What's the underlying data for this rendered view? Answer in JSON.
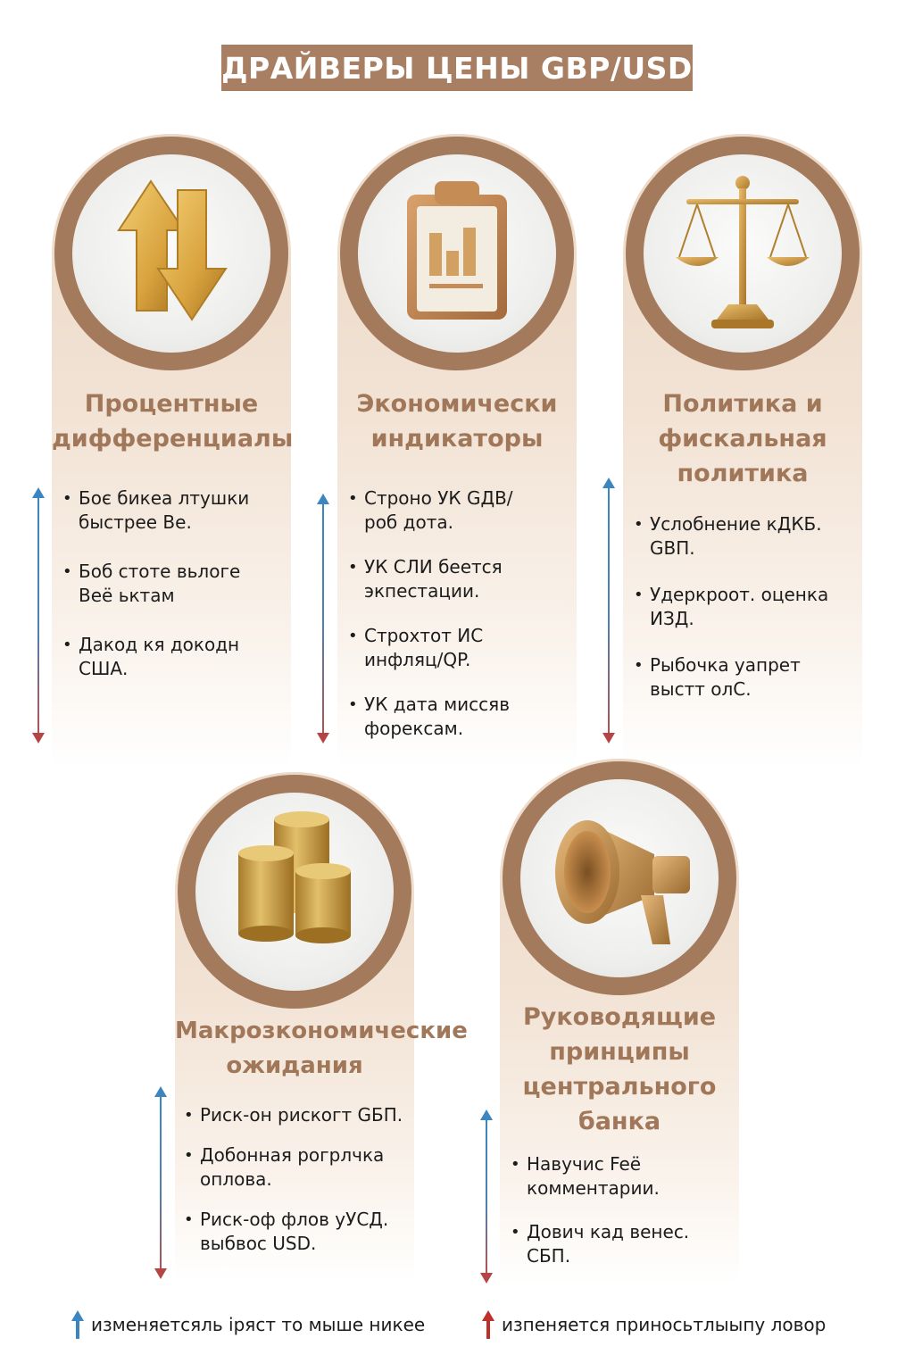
{
  "title": "ДРАЙВЕРЫ ЦЕНЫ GBP/USD",
  "cards": [
    {
      "icon": "up-down-arrows-icon",
      "title_lines": [
        "Процентные",
        "дифференциалы"
      ],
      "bullets": [
        [
          "Боє бикеа лтушки",
          "быстрее Ве."
        ],
        [
          "Боб стоте вьлоге",
          "Веё ьктам"
        ],
        [
          "Дакод кя докодн",
          "США."
        ]
      ]
    },
    {
      "icon": "clipboard-chart-icon",
      "title_lines": [
        "Экономически",
        "индикаторы"
      ],
      "bullets": [
        [
          "Строно УК GДВ/",
          "роб дота."
        ],
        [
          "УК СЛИ беется",
          "экпестации."
        ],
        [
          "Строхтот ИС",
          "инфляц/QP."
        ],
        [
          "УК дата миссяв",
          "форексам."
        ]
      ]
    },
    {
      "icon": "scales-icon",
      "title_lines": [
        "Политика и",
        "фискальная",
        "политика"
      ],
      "bullets": [
        [
          "Услобнение кДКБ.",
          "GВП."
        ],
        [
          "Удеркроот. оценка",
          "ИЗД."
        ],
        [
          "Рыбочка уапрет",
          "выстт олС."
        ]
      ]
    },
    {
      "icon": "coin-stacks-icon",
      "title_lines": [
        "Макрозкономические",
        "ожидания"
      ],
      "bullets": [
        [
          "Риск-он рискогт GБП."
        ],
        [
          "Добонная рогрлчка",
          "оплова."
        ],
        [
          "Риск-оф флов уУСД.",
          "выбвос USD."
        ]
      ]
    },
    {
      "icon": "megaphone-icon",
      "title_lines": [
        "Руководящие",
        "принципы",
        "центрального",
        "банка"
      ],
      "bullets": [
        [
          "Навучис Feё",
          "комментарии."
        ],
        [
          "Дович кад венес.",
          "СБП."
        ]
      ]
    }
  ],
  "legend": {
    "up": "изменяетсяль іряст то мыше никее",
    "down": "изпеняется приносьтлыыпу ловор",
    "up_color": "#3b86c0",
    "down_color": "#c0302b"
  },
  "colors": {
    "banner": "#a87f62",
    "ring": "#a37a5c",
    "card_title": "#a1775a"
  }
}
